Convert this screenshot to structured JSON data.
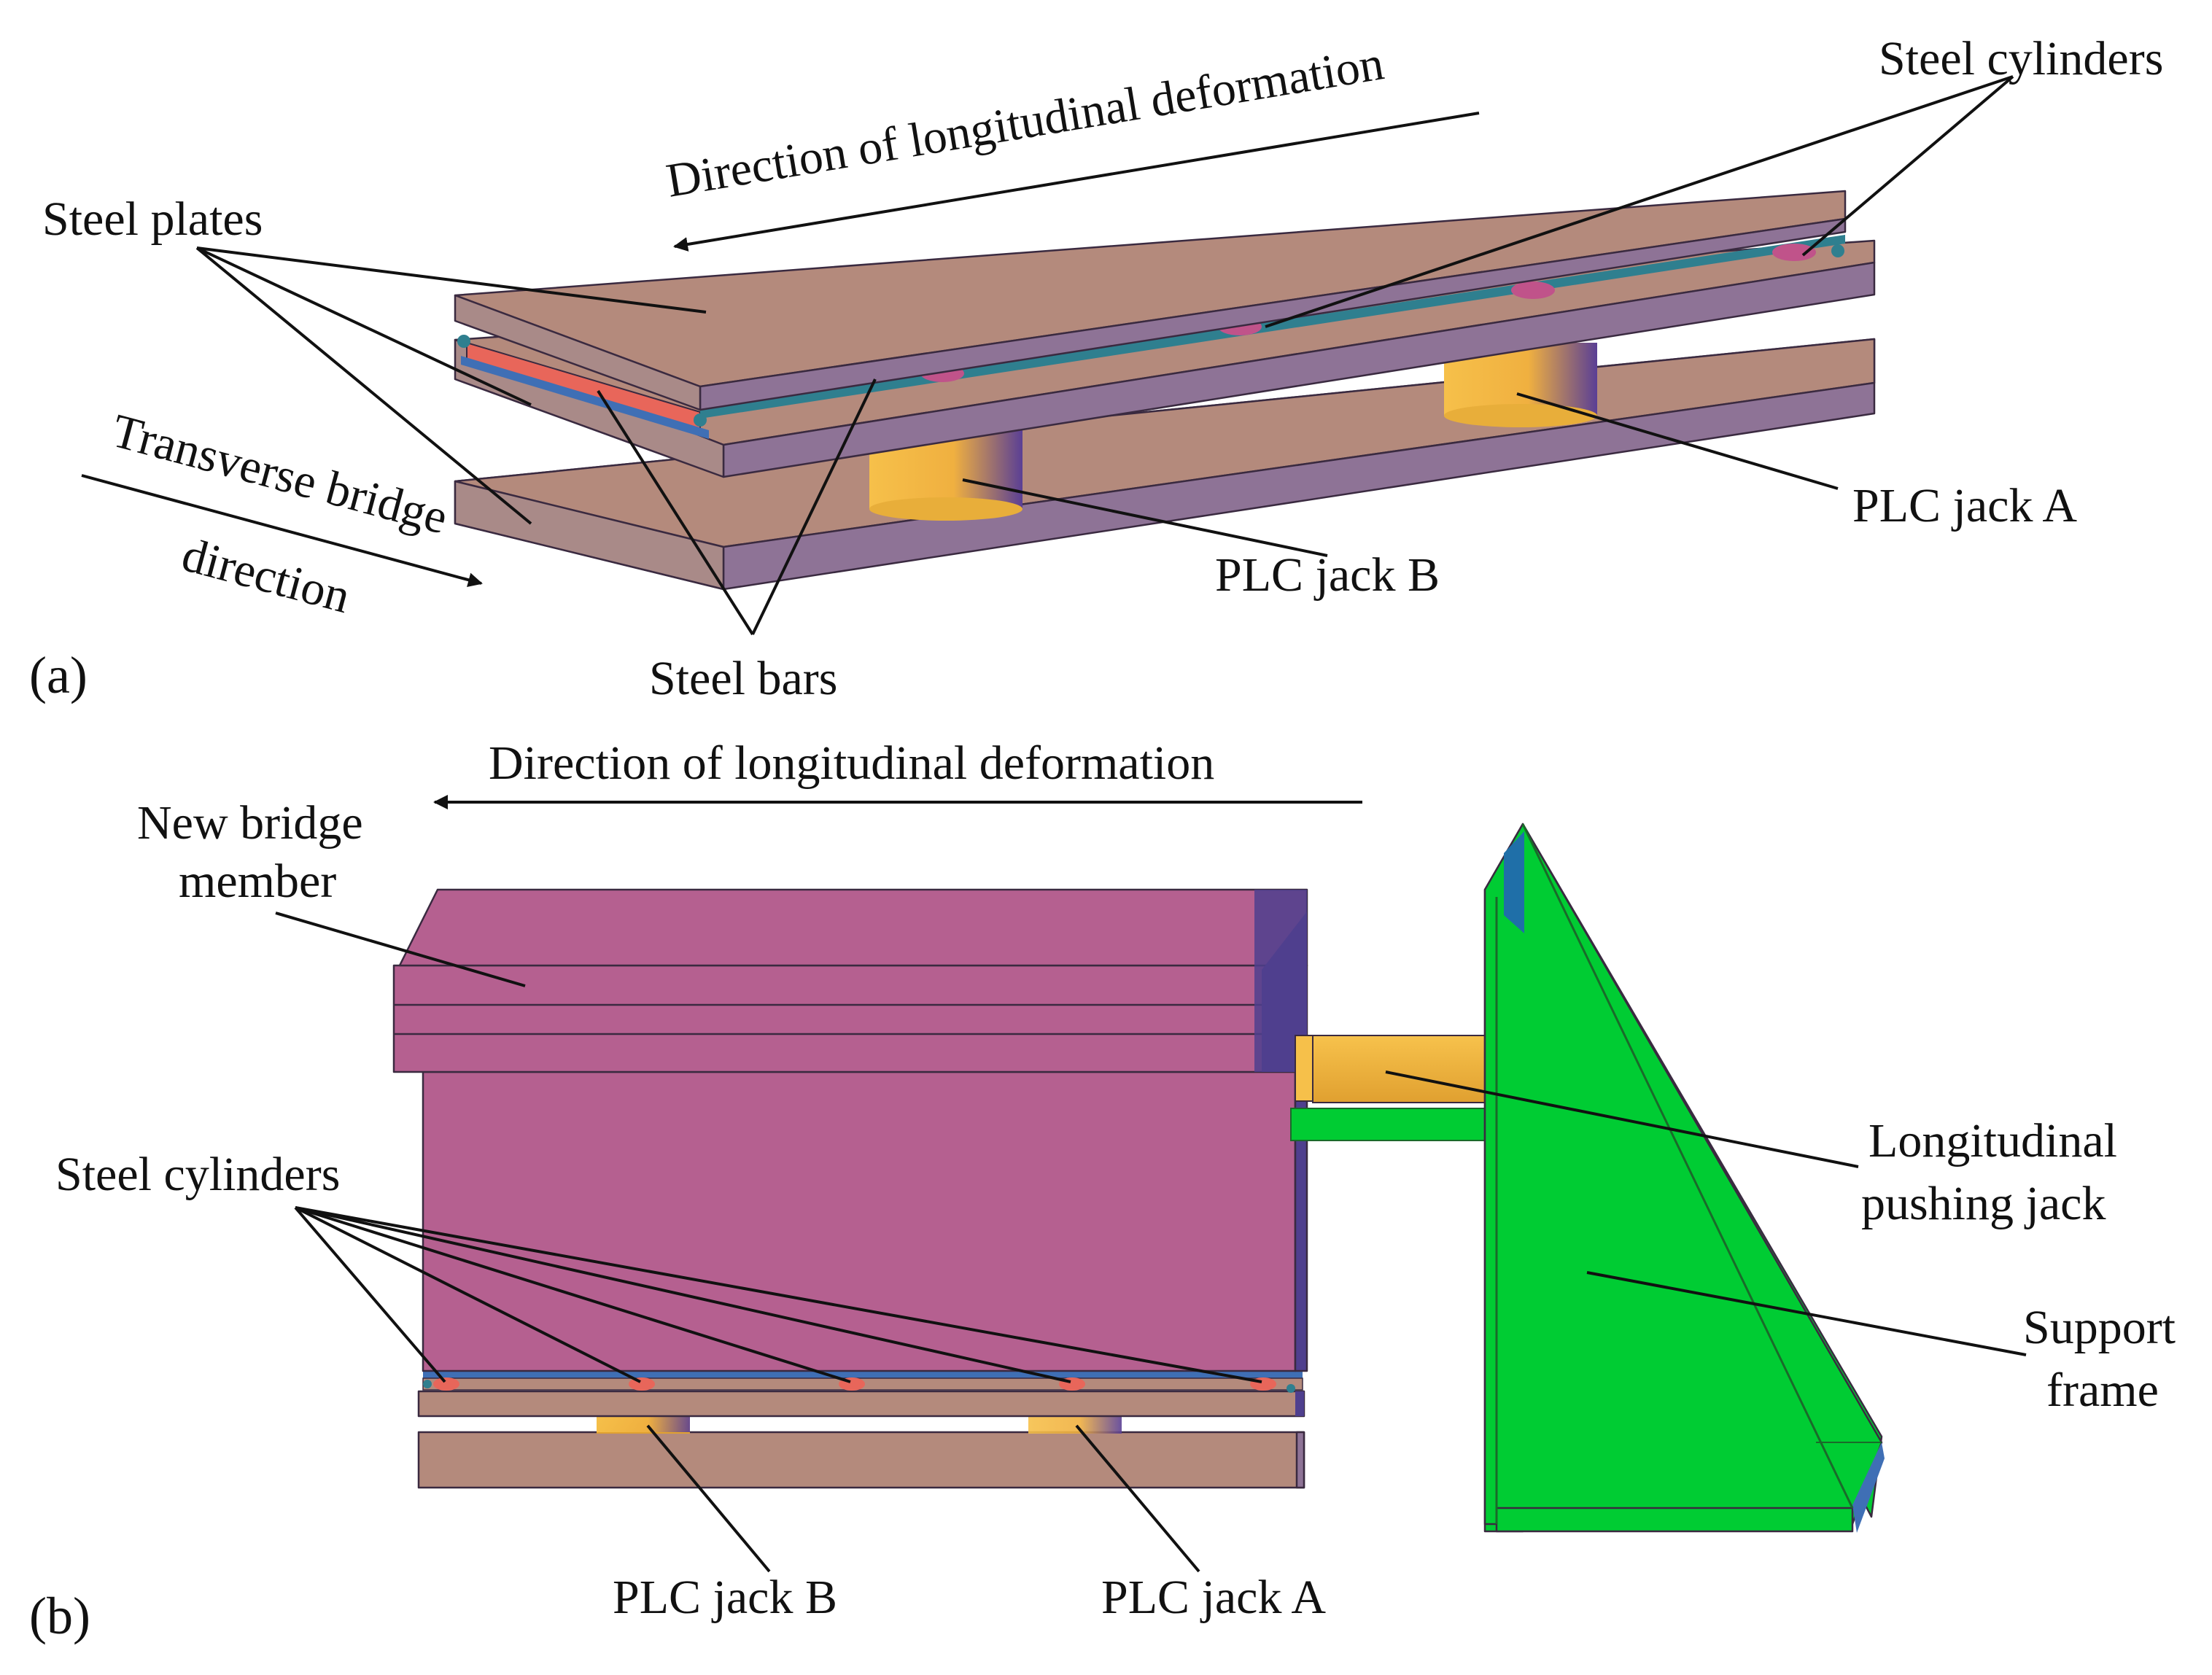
{
  "panel_a": {
    "tag": "(a)",
    "direction_label": "Direction of longitudinal deformation",
    "transverse_label_line1": "Transverse bridge",
    "transverse_label_line2": "direction",
    "steel_plates": "Steel plates",
    "steel_cylinders": "Steel cylinders",
    "steel_bars": "Steel bars",
    "jack_a": "PLC jack A",
    "jack_b": "PLC jack B"
  },
  "panel_b": {
    "tag": "(b)",
    "direction_label": "Direction of longitudinal deformation",
    "member_line1": "New bridge",
    "member_line2": "member",
    "steel_cylinders": "Steel cylinders",
    "pushing_jack_line1": "Longitudinal",
    "pushing_jack_line2": "pushing jack",
    "support_frame_line1": "Support",
    "support_frame_line2": "frame",
    "jack_a": "PLC jack A",
    "jack_b": "PLC jack B"
  },
  "colors": {
    "plate_top": "#b48a7c",
    "plate_side": "#8e7396",
    "member": "#b56090",
    "member_side": "#4f3f8e",
    "jack": "#f4b93e",
    "frame": "#00cc33",
    "bar_red": "#e8665a",
    "bar_blue": "#3f6fb5",
    "cylinder": "#c0538a"
  }
}
